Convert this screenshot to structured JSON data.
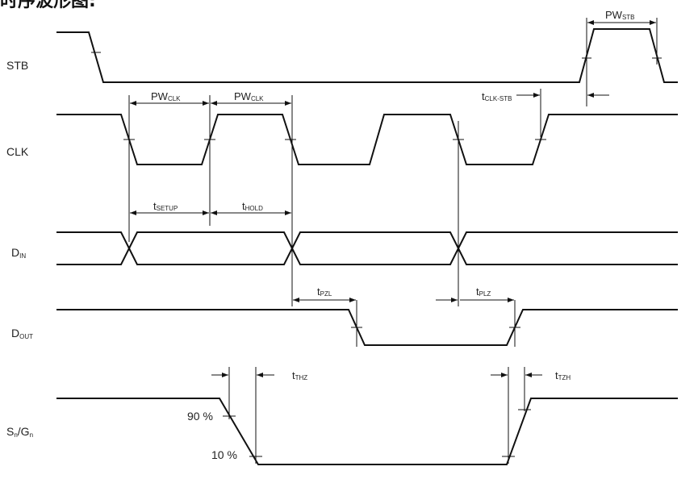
{
  "title": "时序波形图:",
  "signals": {
    "stb": "STB",
    "clk": "CLK",
    "din_main": "D",
    "din_sub": "IN",
    "dout_main": "D",
    "dout_sub": "OUT",
    "sg_s": "S",
    "sg_s_sub": "n",
    "sg_sep": "/G",
    "sg_g_sub": "n"
  },
  "timing": {
    "pw_stb": {
      "main": "PW",
      "sub": "STB"
    },
    "pw_clk_1": {
      "main": "PW",
      "sub": "CLK"
    },
    "pw_clk_2": {
      "main": "PW",
      "sub": "CLK"
    },
    "t_clk_stb": {
      "main": "t",
      "sub": "CLK-STB"
    },
    "t_setup": {
      "main": "t",
      "sub": "SETUP"
    },
    "t_hold": {
      "main": "t",
      "sub": "HOLD"
    },
    "t_pzl": {
      "main": "t",
      "sub": "PZL"
    },
    "t_plz": {
      "main": "t",
      "sub": "PLZ"
    },
    "t_thz": {
      "main": "t",
      "sub": "THZ"
    },
    "t_tzh": {
      "main": "t",
      "sub": "TZH"
    }
  },
  "levels": {
    "p90": "90 %",
    "p10": "10 %"
  }
}
